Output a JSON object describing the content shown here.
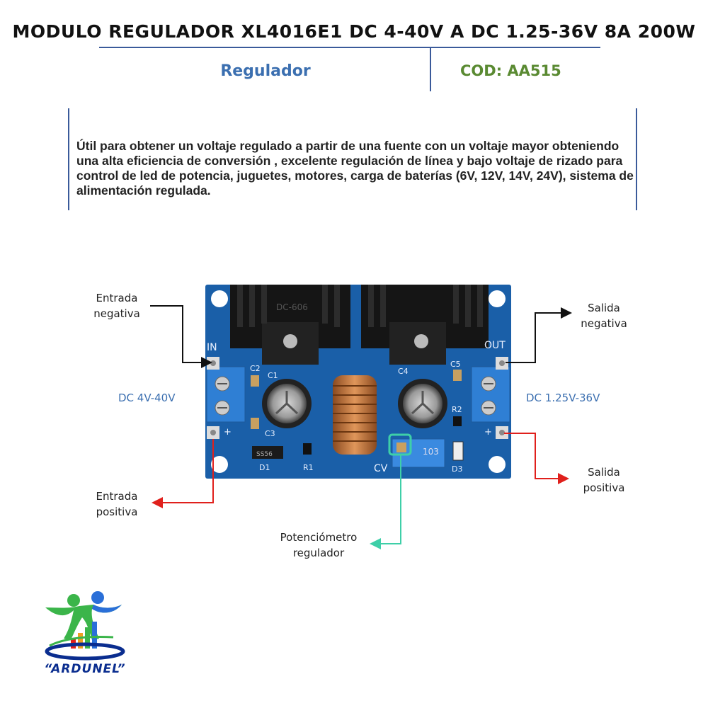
{
  "header": {
    "title": "MODULO REGULADOR XL4016E1 DC 4-40V A DC 1.25-36V 8A 200W",
    "category": "Regulador",
    "code": "COD: AA515"
  },
  "description": "Útil para obtener un voltaje regulado a partir de una fuente con un voltaje mayor obteniendo una alta eficiencia de conversión , excelente regulación de línea y bajo voltaje de rizado para control de led de potencia, juguetes, motores, carga de baterías (6V, 12V, 14V, 24V), sistema de alimentación regulada.",
  "labels": {
    "input_negative_line1": "Entrada",
    "input_negative_line2": "negativa",
    "input_positive_line1": "Entrada",
    "input_positive_line2": "positiva",
    "output_negative_line1": "Salida",
    "output_negative_line2": "negativa",
    "output_positive_line1": "Salida",
    "output_positive_line2": "positiva",
    "pot_line1": "Potenciómetro",
    "pot_line2": "regulador",
    "input_voltage": "DC 4V-40V",
    "output_voltage": "DC 1.25V-36V"
  },
  "board": {
    "silk_in": "IN",
    "silk_out": "OUT",
    "silk_cv": "CV",
    "heatsink_text": "DC-606",
    "c1": "C1",
    "c2": "C2",
    "c3": "C3",
    "c4": "C4",
    "c5": "C5",
    "r1": "R1",
    "r2": "R2",
    "d1": "D1",
    "d3": "D3",
    "pot_text": "103",
    "d1_body": "SS56",
    "plus": "+",
    "minus": "−"
  },
  "logo": {
    "brand": "“ARDUNEL”"
  },
  "colors": {
    "accent_blue": "#3b6fb0",
    "accent_green": "#5a8a32",
    "rule_blue": "#3a5a9a",
    "pcb_blue": "#1a5fa8",
    "arrow_black": "#111111",
    "arrow_red": "#e0201c",
    "arrow_teal": "#3ecfa8"
  },
  "icons": [
    "arrow-right-icon",
    "arrow-left-icon",
    "ardunel-logo-icon"
  ]
}
